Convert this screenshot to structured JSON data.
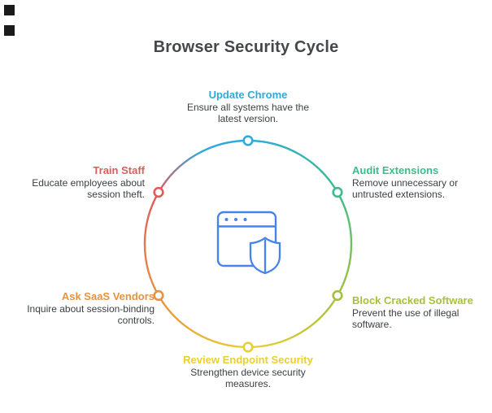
{
  "title": "Browser Security Cycle",
  "text_color": "#3C4043",
  "steps": [
    {
      "name": "update-chrome",
      "label": "Update Chrome",
      "color": "#2FA9DD",
      "desc_lines": [
        "Ensure all systems have the",
        "latest version."
      ]
    },
    {
      "name": "audit-extensions",
      "label": "Audit Extensions",
      "color": "#3DBC8B",
      "desc_lines": [
        "Remove unnecessary or",
        "untrusted extensions."
      ]
    },
    {
      "name": "block-cracked-software",
      "label": "Block Cracked Software",
      "color": "#A6C13C",
      "desc_lines": [
        "Prevent the use of illegal",
        "software."
      ]
    },
    {
      "name": "review-endpoint-security",
      "label": "Review Endpoint Security",
      "color": "#E9CF33",
      "desc_lines": [
        "Strengthen device security",
        "measures."
      ]
    },
    {
      "name": "ask-saas-vendors",
      "label": "Ask SaaS Vendors",
      "color": "#E8923F",
      "desc_lines": [
        "Inquire about session-binding",
        "controls."
      ]
    },
    {
      "name": "train-staff",
      "label": "Train Staff",
      "color": "#E15A5A",
      "desc_lines": [
        "Educate employees about",
        "session theft."
      ]
    }
  ],
  "center_icon": {
    "name": "browser-shield-icon",
    "color": "#4683EA"
  },
  "decorations": {
    "corner_marker_color": "#1A1A1A"
  }
}
